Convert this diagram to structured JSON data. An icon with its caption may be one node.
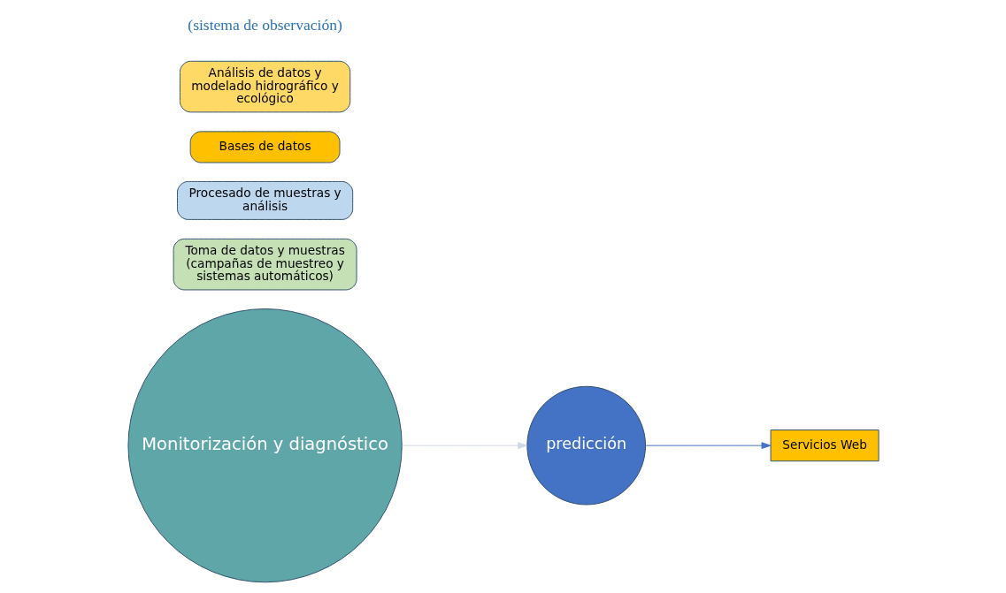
{
  "diagram": {
    "nodes": [
      {
        "text": [
          "Monitorización y diagnóstico"
        ]
      },
      {
        "text": [
          "predicción"
        ]
      },
      {
        "text": [
          "Toma de datos y muestras",
          "(campañas de muestreo y sistemas automáticos)"
        ]
      },
      {
        "text": [
          "Procesado de muestras y análisis"
        ]
      },
      {
        "text": [
          "Bases de datos"
        ]
      },
      {
        "text": [
          "Análisis de datos y modelado hidrográfico y ecológico"
        ]
      },
      {
        "text": [
          "Servicios Web"
        ]
      }
    ],
    "edges": [
      {
        "from": 0,
        "to": 1,
        "arrow": "to",
        "color": "#d0d9ec"
      },
      {
        "from": 1,
        "to": 6,
        "arrow": "to",
        "color": "#4472c4"
      }
    ],
    "labels": [
      "(sistema de observación)"
    ]
  }
}
